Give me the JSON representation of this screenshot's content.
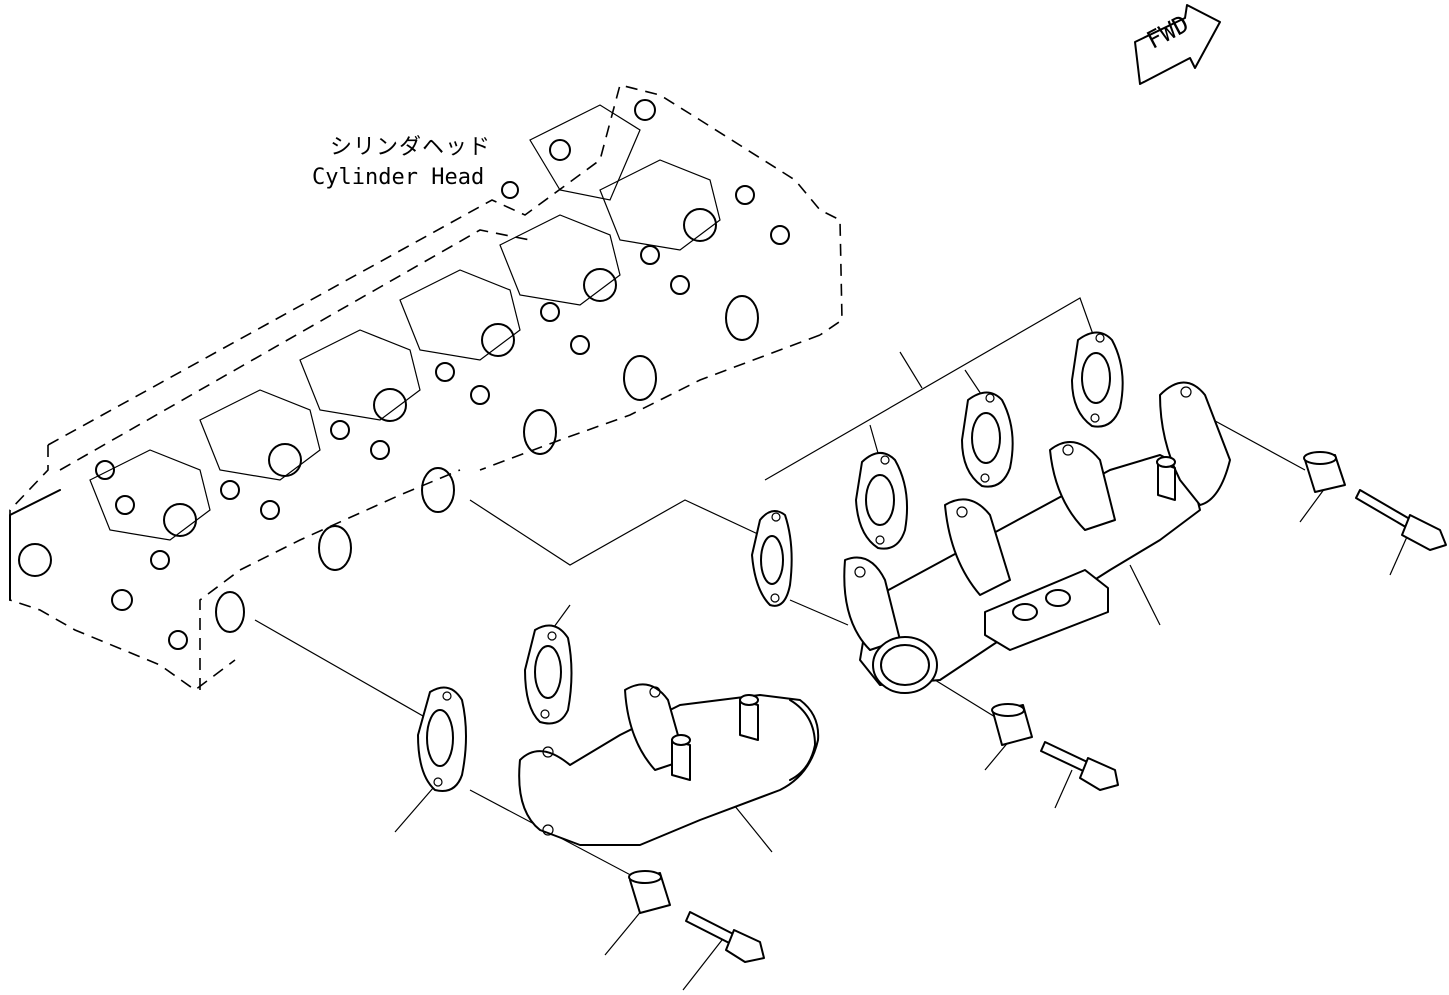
{
  "labels": {
    "cylinder_head_jp": "シリンダヘッド",
    "cylinder_head_en": "Cylinder Head",
    "direction": "FWD"
  },
  "colors": {
    "line": "#000000",
    "background": "#ffffff"
  }
}
